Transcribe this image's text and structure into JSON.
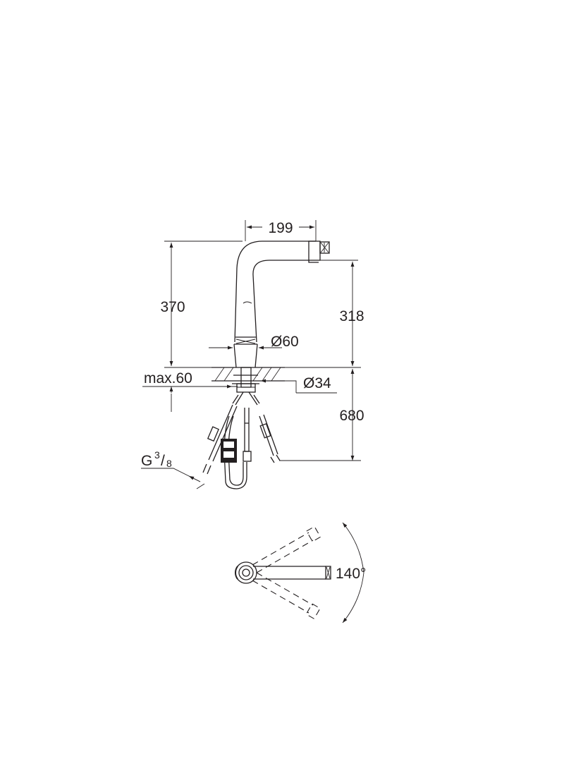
{
  "dimensions": {
    "spout_reach": "199",
    "overall_height": "370",
    "spout_height": "318",
    "base_diameter": "Ø60",
    "max_counter_thickness": "max.60",
    "hole_diameter": "Ø34",
    "hose_length": "680",
    "thread": {
      "base": "G",
      "num": "3",
      "den": "8"
    },
    "swivel_angle": "140°"
  },
  "colors": {
    "ink": "#231f20",
    "background": "#ffffff"
  }
}
